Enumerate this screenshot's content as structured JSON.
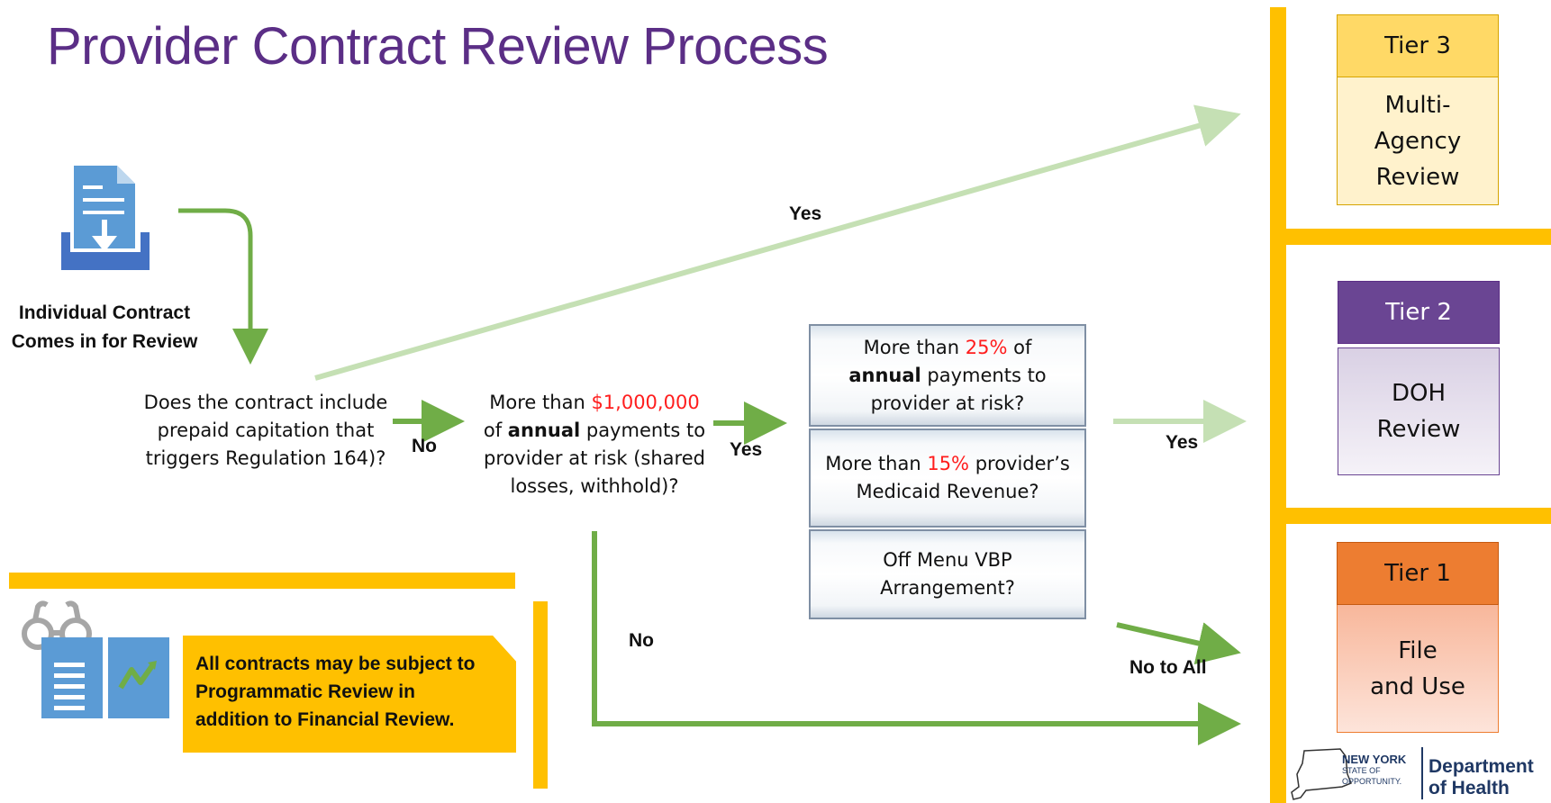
{
  "title": "Provider Contract Review Process",
  "start": {
    "icon": "document-download-icon",
    "label_line1": "Individual Contract",
    "label_line2": "Comes in for Review"
  },
  "decision1": {
    "line1": "Does the contract include",
    "line2": "prepaid capitation that",
    "line3": "triggers Regulation 164)?"
  },
  "decision2": {
    "pre": "More than ",
    "amount": "$1,000,000",
    "line2_pre": "of ",
    "line2_bold": "annual",
    "line2_post": " payments to",
    "line3": "provider at risk (shared",
    "line4": "losses, withhold)?"
  },
  "criteria": [
    {
      "pre": "More than ",
      "pct": "25%",
      "post": " of",
      "line2_bold": "annual",
      "line2_post": " payments to",
      "line3": "provider at risk?"
    },
    {
      "pre": "More than ",
      "pct": "15%",
      "post": " provider’s",
      "line2": "Medicaid Revenue?"
    },
    {
      "line1": "Off Menu VBP",
      "line2": "Arrangement?"
    }
  ],
  "edge_labels": {
    "yes_top": "Yes",
    "no_1": "No",
    "yes_2": "Yes",
    "yes_3": "Yes",
    "no_down": "No",
    "no_to_all": "No to All"
  },
  "tiers": [
    {
      "head": "Tier 3",
      "body_line1": "Multi-",
      "body_line2": "Agency",
      "body_line3": "Review",
      "head_color": "#ffd966",
      "body_color": "#fff2cc"
    },
    {
      "head": "Tier 2",
      "body_line1": "DOH",
      "body_line2": "Review",
      "head_color": "#6a4593",
      "body_color": "#e4dfec"
    },
    {
      "head": "Tier 1",
      "body_line1": "File",
      "body_line2": "and Use",
      "head_color": "#ed7d31",
      "body_color": "#fbd3c2"
    }
  ],
  "note": {
    "line1": "All contracts may be subject to",
    "line2": "Programmatic Review in",
    "line3": "addition to Financial Review.",
    "icons": [
      "glasses-icon",
      "report-icon",
      "chart-icon"
    ]
  },
  "logo": {
    "line1": "NEW YORK",
    "line2": "STATE OF",
    "line3": "OPPORTUNITY.",
    "dept_line1": "Department",
    "dept_line2": "of Health"
  },
  "colors": {
    "title": "#5b2e86",
    "accent_yellow": "#ffc000",
    "arrow_green": "#70ad47",
    "arrow_light_green": "#c5e0b4",
    "highlight_red": "#ff1d1d"
  }
}
